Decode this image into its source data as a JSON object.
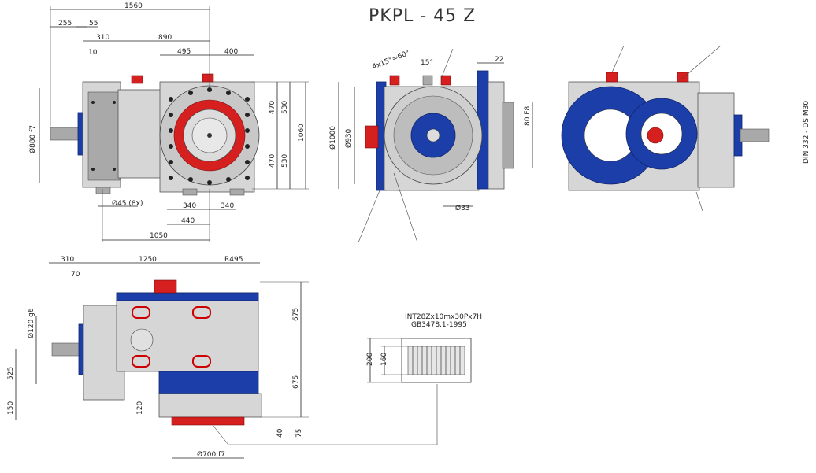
{
  "title": "PKPL - 45 Z",
  "top_view": {
    "dims": {
      "d1560": "1560",
      "d255": "255",
      "d55": "55",
      "d310": "310",
      "d890": "890",
      "d495": "495",
      "d400": "400",
      "d10": "10",
      "d880": "Ø880 f7",
      "d470a": "470",
      "d470b": "470",
      "d530a": "530",
      "d530b": "530",
      "d1060": "1060",
      "d45": "Ø45 (8x)",
      "d340a": "340",
      "d340b": "340",
      "d440": "440",
      "d1050": "1050"
    }
  },
  "side_view": {
    "dims": {
      "chamfer": "4x15°=60°",
      "d15": "15°",
      "d22": "22",
      "d1000": "Ø1000",
      "d930": "Ø930",
      "d80": "80 F8",
      "d33": "Ø33"
    }
  },
  "back_view": {
    "label": "DIN 332 - DS M30"
  },
  "front_view": {
    "dims": {
      "d310": "310",
      "d1250": "1250",
      "r495": "R495",
      "d70": "70",
      "d120": "Ø120 g6",
      "d525": "525",
      "d150": "150",
      "d120b": "120",
      "d675a": "675",
      "d675b": "675",
      "d40": "40",
      "d75": "75",
      "d700": "Ø700 f7"
    }
  },
  "spline": {
    "spec1": "INT28Zx10mx30Px7H",
    "spec2": "GB3478.1-1995",
    "d200": "200",
    "d160": "160"
  }
}
